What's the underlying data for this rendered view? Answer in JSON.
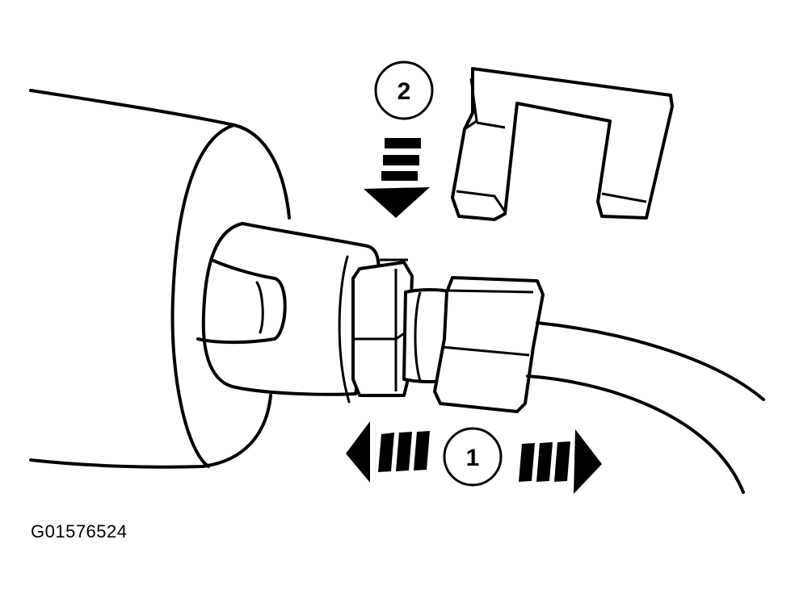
{
  "figure_id": "G01576524",
  "callouts": [
    {
      "label": "2"
    },
    {
      "label": "1"
    }
  ],
  "colors": {
    "line": "#000000",
    "background": "#ffffff"
  }
}
